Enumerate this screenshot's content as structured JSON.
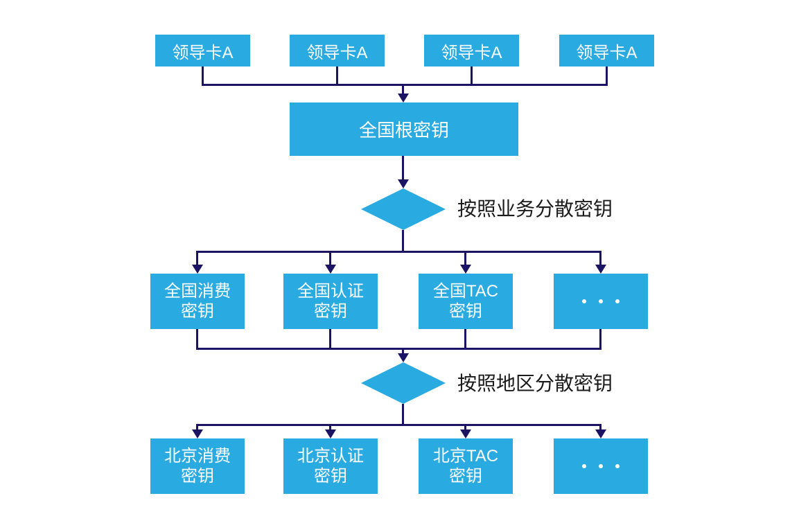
{
  "diagram": {
    "colors": {
      "node_fill": "#29ABE2",
      "connector": "#1B1464",
      "node_text": "#FFFFFF",
      "label_text": "#1A1A1A"
    },
    "leader_cards": [
      "领导卡A",
      "领导卡A",
      "领导卡A",
      "领导卡A"
    ],
    "root_key": "全国根密钥",
    "business_split": {
      "decision_label": "按照业务分散密钥",
      "keys": [
        {
          "line1": "全国消费",
          "line2": "密钥"
        },
        {
          "line1": "全国认证",
          "line2": "密钥"
        },
        {
          "line1": "全国TAC",
          "line2": "密钥"
        },
        {
          "label": "•••"
        }
      ]
    },
    "region_split": {
      "decision_label": "按照地区分散密钥",
      "keys": [
        {
          "line1": "北京消费",
          "line2": "密钥"
        },
        {
          "line1": "北京认证",
          "line2": "密钥"
        },
        {
          "line1": "北京TAC",
          "line2": "密钥"
        },
        {
          "label": "•••"
        }
      ]
    }
  }
}
